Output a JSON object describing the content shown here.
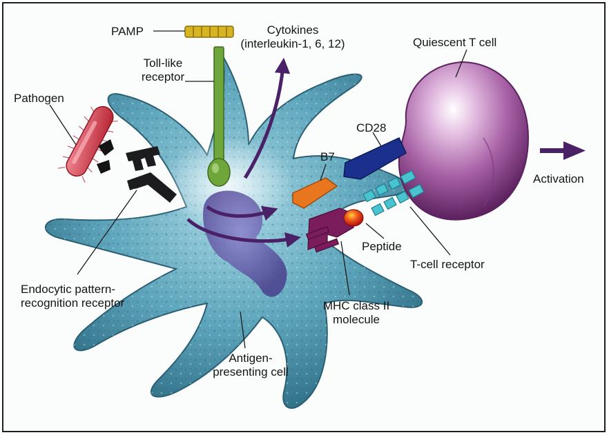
{
  "labels": {
    "pamp": "PAMP",
    "cytokines_line1": "Cytokines",
    "cytokines_line2": "(interleukin-1, 6, 12)",
    "toll_line1": "Toll-like",
    "toll_line2": "receptor",
    "quiescent_t_cell": "Quiescent T cell",
    "pathogen": "Pathogen",
    "cd28": "CD28",
    "b7": "B7",
    "activation": "Activation",
    "peptide": "Peptide",
    "t_cell_receptor": "T-cell receptor",
    "endocytic_line1": "Endocytic pattern-",
    "endocytic_line2": "recognition receptor",
    "mhc_line1": "MHC class II",
    "mhc_line2": "molecule",
    "apc_line1": "Antigen-",
    "apc_line2": "presenting cell"
  },
  "colors": {
    "apc_cell": "#4f97ad",
    "nucleus": "#5a4f9c",
    "t_cell": "#a862a6",
    "pathogen": "#d23a4c",
    "toll_receptor": "#6fa63c",
    "pamp": "#d6b422",
    "b7": "#e8761f",
    "cd28": "#1b2f8c",
    "tcr": "#48c3cf",
    "mhc": "#7b1c5c",
    "peptide": "#e0321c",
    "arrow": "#4a2167"
  }
}
